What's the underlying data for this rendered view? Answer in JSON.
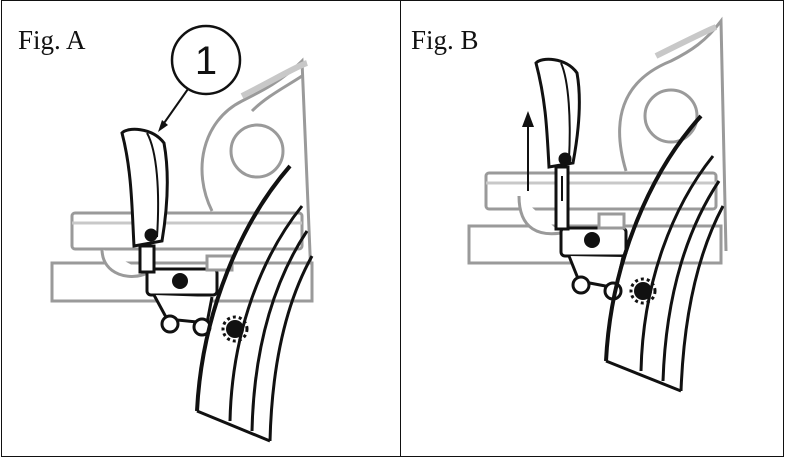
{
  "figures": [
    {
      "label": "Fig. A",
      "callout": "1"
    },
    {
      "label": "Fig. B"
    }
  ],
  "colors": {
    "line": "#111111",
    "machine_gray": "#8c8c8c",
    "machine_gray_light": "#bdbdbd",
    "background": "#ffffff"
  },
  "icons": {
    "lever": "release-lever-icon",
    "arrow": "arrow-up-icon",
    "wheel": "wheel-rim-icon",
    "gear": "gear-icon"
  }
}
